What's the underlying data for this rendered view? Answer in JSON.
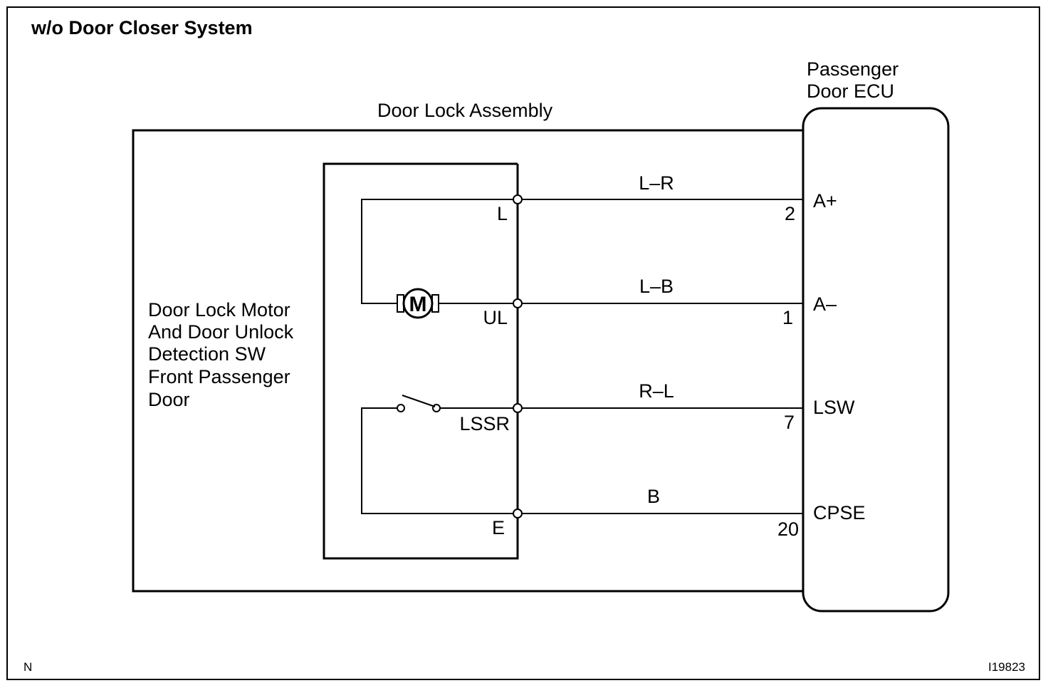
{
  "title": "w/o Door Closer System",
  "assembly_label": "Door Lock Assembly",
  "ecu_label": [
    "Passenger",
    "Door ECU"
  ],
  "component_label": [
    "Door Lock Motor",
    "And Door Unlock",
    "Detection SW",
    "Front Passenger",
    "Door"
  ],
  "motor_symbol": "M",
  "terminals": [
    {
      "side": "L",
      "wire": "L–R",
      "pin": "2",
      "ecu": "A+"
    },
    {
      "side": "UL",
      "wire": "L–B",
      "pin": "1",
      "ecu": "A–"
    },
    {
      "side": "LSSR",
      "wire": "R–L",
      "pin": "7",
      "ecu": "LSW"
    },
    {
      "side": "E",
      "wire": "B",
      "pin": "20",
      "ecu": "CPSE"
    }
  ],
  "footer_left": "N",
  "footer_right": "I19823"
}
